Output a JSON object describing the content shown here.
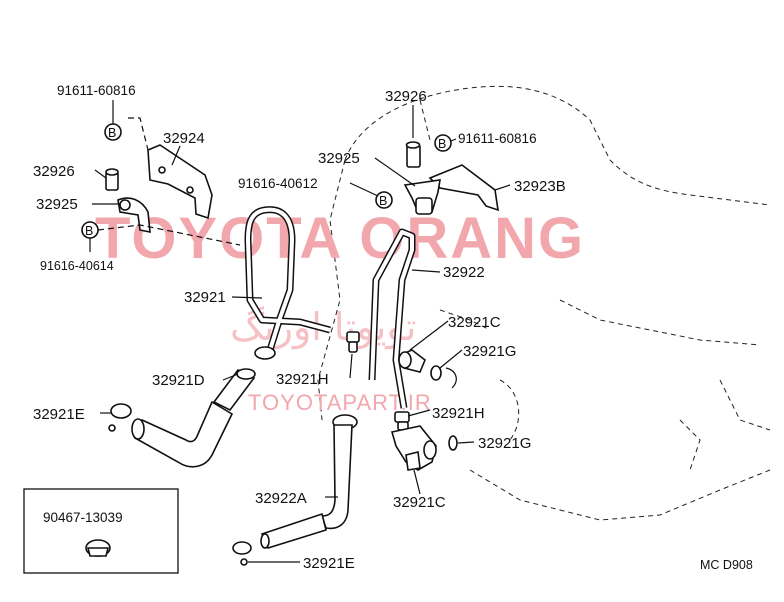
{
  "diagram": {
    "parts": {
      "p_91611_a": "91611-60816",
      "p_32924": "32924",
      "p_32926_a": "32926",
      "p_32925_a": "32925",
      "p_91616_40614": "91616-40614",
      "p_32921": "32921",
      "p_32921d": "32921D",
      "p_32921e_a": "32921E",
      "p_32926_b": "32926",
      "p_91611_b": "91611-60816",
      "p_32925_b": "32925",
      "p_91616_40612": "91616-40612",
      "p_32923b": "32923B",
      "p_32922": "32922",
      "p_32921c_a": "32921C",
      "p_32921g_a": "32921G",
      "p_32921h_a": "32921H",
      "p_32921h_b": "32921H",
      "p_32921g_b": "32921G",
      "p_32921c_b": "32921C",
      "p_32922a": "32922A",
      "p_32921e_b": "32921E",
      "p_90467": "90467-13039"
    },
    "bolt_marker": "B",
    "diagram_code": "MC D908"
  },
  "watermark": {
    "line1": "TOYOTA ORANG",
    "line2": "تویوتا اورنگ",
    "line3": "TOYOTAPART.IR"
  }
}
